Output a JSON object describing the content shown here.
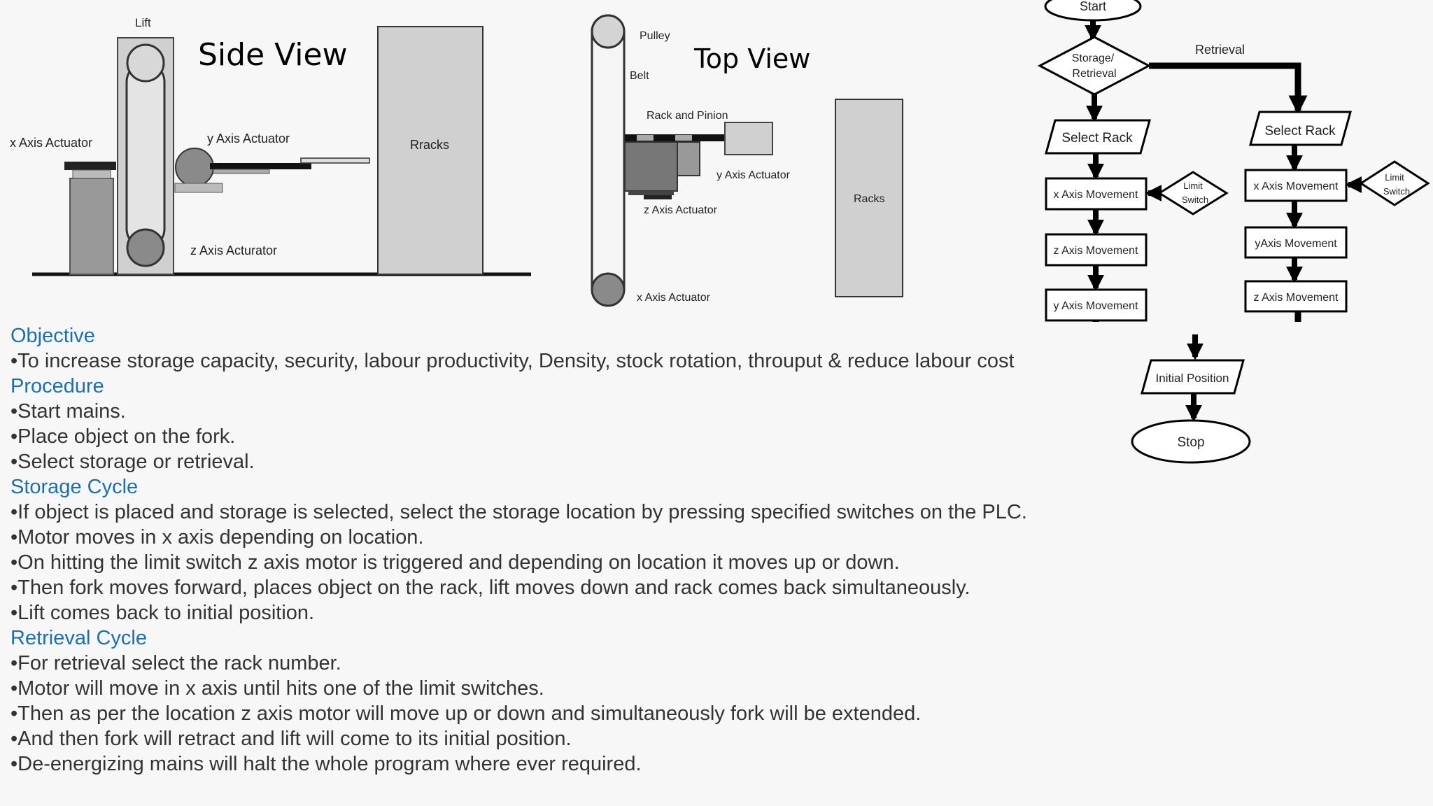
{
  "side_view": {
    "title": "Side View",
    "labels": {
      "lift": "Lift",
      "x_actuator": "x Axis Actuator",
      "y_actuator": "y Axis Actuator",
      "z_actuator": "z Axis Acturator",
      "racks": "Rracks"
    }
  },
  "top_view": {
    "title": "Top View",
    "labels": {
      "pulley": "Pulley",
      "belt": "Belt",
      "rack_pinion": "Rack and Pinion",
      "y_actuator": "y Axis Actuator",
      "z_actuator": "z Axis Actuator",
      "x_actuator": "x Axis Actuator",
      "racks": "Racks"
    }
  },
  "flowchart": {
    "start": "Start",
    "decision_line1": "Storage/",
    "decision_line2": "Retrieval",
    "retrieval_label": "Retrieval",
    "left": {
      "select": "Select Rack",
      "step1": "x Axis Movement",
      "step2": "z Axis Movement",
      "step3": "y Axis Movement",
      "limit_line1": "Limit",
      "limit_line2": "Switch"
    },
    "right": {
      "select": "Select Rack",
      "step1": "x Axis Movement",
      "step2": "yAxis Movement",
      "step3": "z Axis Movement",
      "limit_line1": "Limit",
      "limit_line2": "Switch"
    },
    "initial": "Initial Position",
    "stop": "Stop"
  },
  "text": {
    "objective": {
      "heading": "Objective",
      "items": [
        "•To increase storage capacity, security, labour productivity, Density, stock rotation, throuput & reduce labour cost"
      ]
    },
    "procedure": {
      "heading": "Procedure",
      "items": [
        "•Start mains.",
        "•Place object on the fork.",
        "•Select storage or retrieval."
      ]
    },
    "storage": {
      "heading": "Storage Cycle",
      "items": [
        "•If object is placed and storage is selected, select the storage location by pressing specified switches on the PLC.",
        "•Motor moves in x axis depending on location.",
        "•On hitting the limit switch z axis motor is triggered and depending on location it moves up or down.",
        "•Then fork moves forward, places object on the rack, lift moves down and rack comes back simultaneously.",
        "•Lift comes back to initial position."
      ]
    },
    "retrieval": {
      "heading": "Retrieval Cycle",
      "items": [
        "•For retrieval select the rack number.",
        "•Motor will move in x axis until hits one of the limit switches.",
        "•Then as per the location z axis motor will move up or down and simultaneously fork will be extended.",
        "•And then fork will retract and lift will come to its initial position.",
        "•De-energizing mains will halt the whole program where ever required."
      ]
    }
  }
}
